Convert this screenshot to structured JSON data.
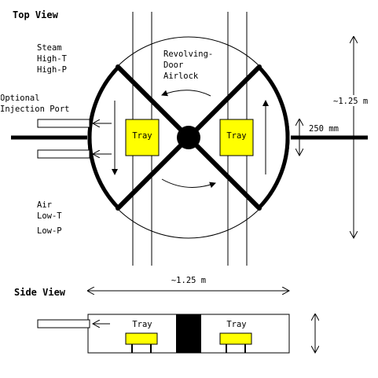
{
  "top_view": {
    "title": "Top View",
    "steam_label": [
      "Steam",
      "High-T",
      "High-P"
    ],
    "air_label": [
      "Air",
      "Low-T",
      "Low-P"
    ],
    "airlock_label": [
      "Revolving-",
      "Door",
      "Airlock"
    ],
    "injection_label": [
      "Optional",
      "Injection Port"
    ],
    "tray_left": "Tray",
    "tray_right": "Tray",
    "dim_vertical": "~1.25 m",
    "dim_gap": "250 mm"
  },
  "side_view": {
    "title": "Side View",
    "dim_horizontal": "~1.25 m",
    "tray_left": "Tray",
    "tray_right": "Tray"
  },
  "colors": {
    "tray_fill": "#ffff00",
    "line": "#000000",
    "background": "#ffffff"
  }
}
